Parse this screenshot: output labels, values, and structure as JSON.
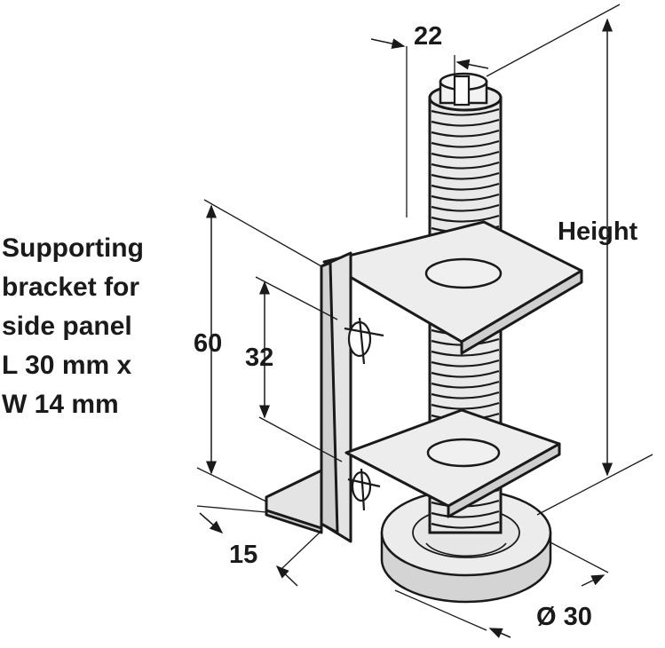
{
  "description_lines": [
    "Supporting",
    "bracket for",
    "side panel",
    "L 30 mm x",
    "W 14 mm"
  ],
  "dimensions": {
    "thread_diameter": "22",
    "height": "Height",
    "bracket_height": "60",
    "hole_spacing": "32",
    "bracket_depth": "15",
    "foot_diameter": "Ø 30"
  }
}
